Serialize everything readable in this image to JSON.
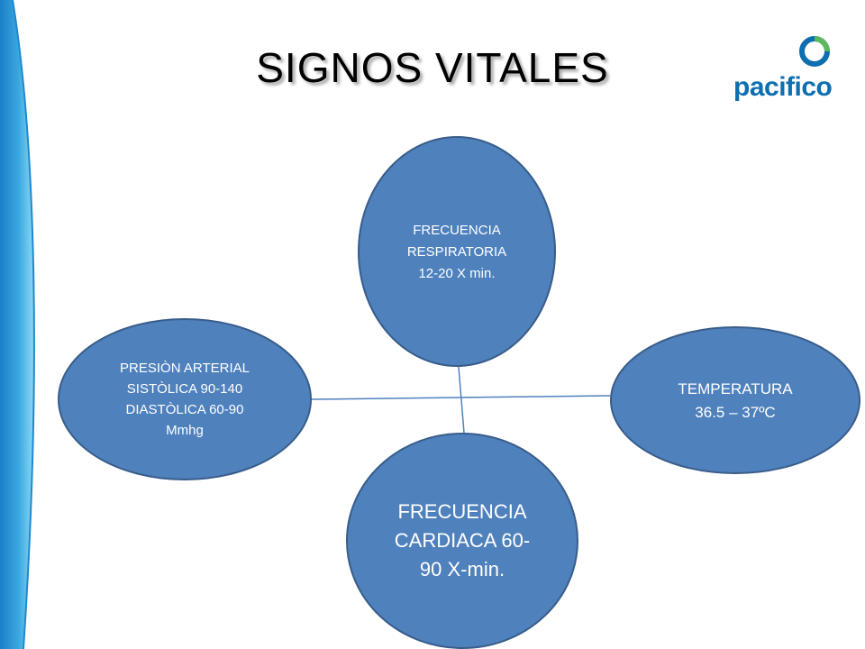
{
  "slide": {
    "title": "SIGNOS VITALES",
    "logo_text": "pacifico"
  },
  "nodes": {
    "respiratoria": {
      "lines": [
        "FRECUENCIA",
        "RESPIRATORIA",
        "12-20 X min."
      ]
    },
    "presion": {
      "lines": [
        "PRESIÒN ARTERIAL",
        "SISTÒLICA 90-140",
        "DIASTÒLICA 60-90",
        "Mmhg"
      ]
    },
    "temperatura": {
      "lines": [
        "TEMPERATURA",
        "36.5 – 37ºC"
      ]
    },
    "cardiaca": {
      "lines": [
        "FRECUENCIA",
        "CARDIACA 60-",
        "90 X-min."
      ]
    }
  },
  "colors": {
    "ellipse_fill": "#4f81bd",
    "ellipse_stroke": "#385d8a",
    "connector": "#4f81bd",
    "band_light": "#7fd3f2",
    "band_dark": "#1a7fc8",
    "logo_blue": "#0d6fb0",
    "logo_green": "#5bb85d"
  },
  "icons": {
    "logo": "pacifico-ring-logo-icon"
  }
}
